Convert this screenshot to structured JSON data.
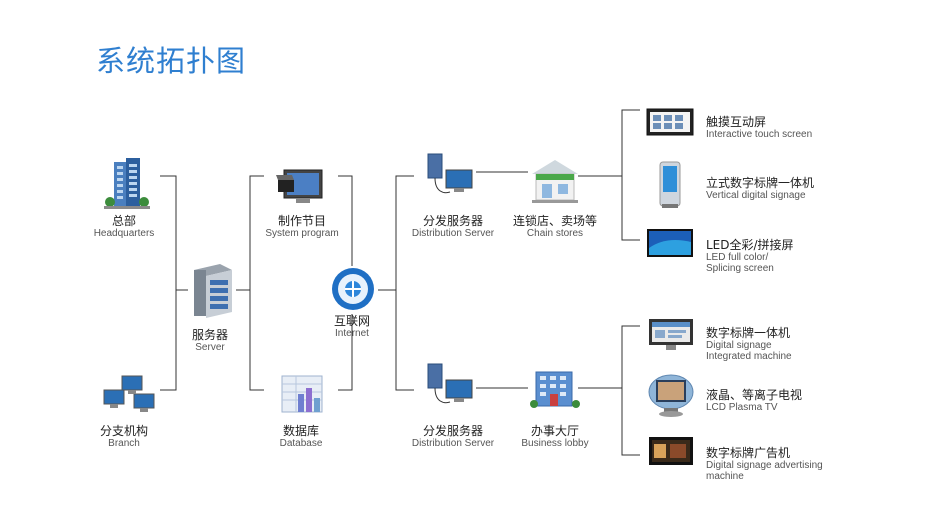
{
  "title": "系统拓扑图",
  "nodes": {
    "hq": {
      "cn": "总部",
      "en": "Headquarters"
    },
    "branch": {
      "cn": "分支机构",
      "en": "Branch"
    },
    "server": {
      "cn": "服务器",
      "en": "Server"
    },
    "program": {
      "cn": "制作节目",
      "en": "System program"
    },
    "database": {
      "cn": "数据库",
      "en": "Database"
    },
    "internet": {
      "cn": "互联网",
      "en": "Internet"
    },
    "dist1": {
      "cn": "分发服务器",
      "en": "Distribution Server"
    },
    "dist2": {
      "cn": "分发服务器",
      "en": "Distribution Server"
    },
    "chain": {
      "cn": "连锁店、卖场等",
      "en": "Chain stores"
    },
    "lobby": {
      "cn": "办事大厅",
      "en": "Business lobby"
    }
  },
  "devices": {
    "touch": {
      "cn": "触摸互动屏",
      "en": "Interactive touch screen"
    },
    "vertical": {
      "cn": "立式数字标牌一体机",
      "en": "Vertical digital signage"
    },
    "led": {
      "cn": "LED全彩/拼接屏",
      "en1": "LED full color/",
      "en2": "Splicing screen"
    },
    "signage": {
      "cn": "数字标牌一体机",
      "en1": "Digital signage",
      "en2": "Integrated machine"
    },
    "lcd": {
      "cn": "液晶、等离子电视",
      "en": "LCD Plasma TV"
    },
    "advert": {
      "cn": "数字标牌广告机",
      "en1": "Digital signage advertising",
      "en2": "machine"
    }
  },
  "colors": {
    "title": "#2f7fd0",
    "line": "#333333"
  }
}
